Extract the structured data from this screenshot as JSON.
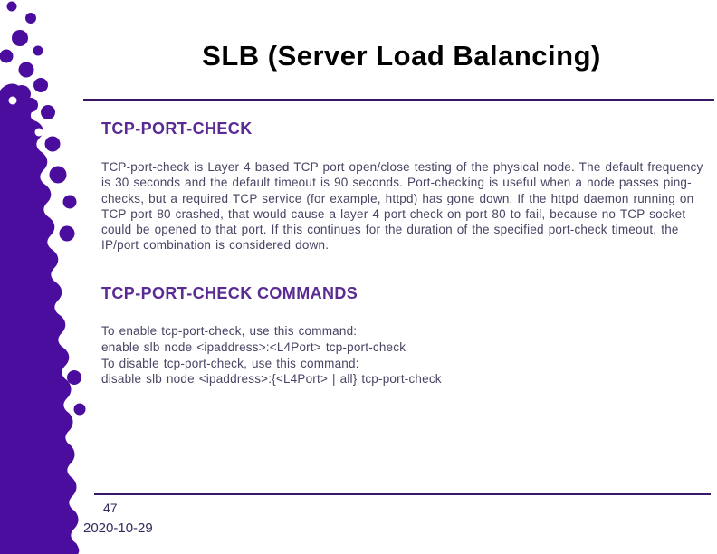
{
  "slide": {
    "title": "SLB (Server Load Balancing)",
    "page_number": "47",
    "date": "2020-10-29"
  },
  "colors": {
    "accent": "#4b0d9e",
    "rule": "#3a1766",
    "heading": "#5a2b93",
    "body": "#4a4363",
    "footer": "#322b5c"
  },
  "section1": {
    "heading": "TCP-PORT-CHECK",
    "paragraph": "TCP-port-check is Layer 4 based TCP port open/close testing of the physical node. The default frequency is 30 seconds and the default timeout is 90 seconds. Port-checking is useful when a node passes ping-checks, but a required TCP service (for example, httpd) has gone down. If the httpd daemon running on TCP port 80 crashed, that would cause a layer 4 port-check on port 80 to fail, because no TCP socket could be opened to that port. If this continues for the duration of the specified port-check timeout, the IP/port combination is considered down."
  },
  "section2": {
    "heading": "TCP-PORT-CHECK COMMANDS",
    "lines": [
      "To enable tcp-port-check, use this command:",
      "enable slb node <ipaddress>:<L4Port> tcp-port-check",
      "To disable tcp-port-check, use this command:",
      "disable slb node <ipaddress>:{<L4Port> | all} tcp-port-check"
    ]
  }
}
